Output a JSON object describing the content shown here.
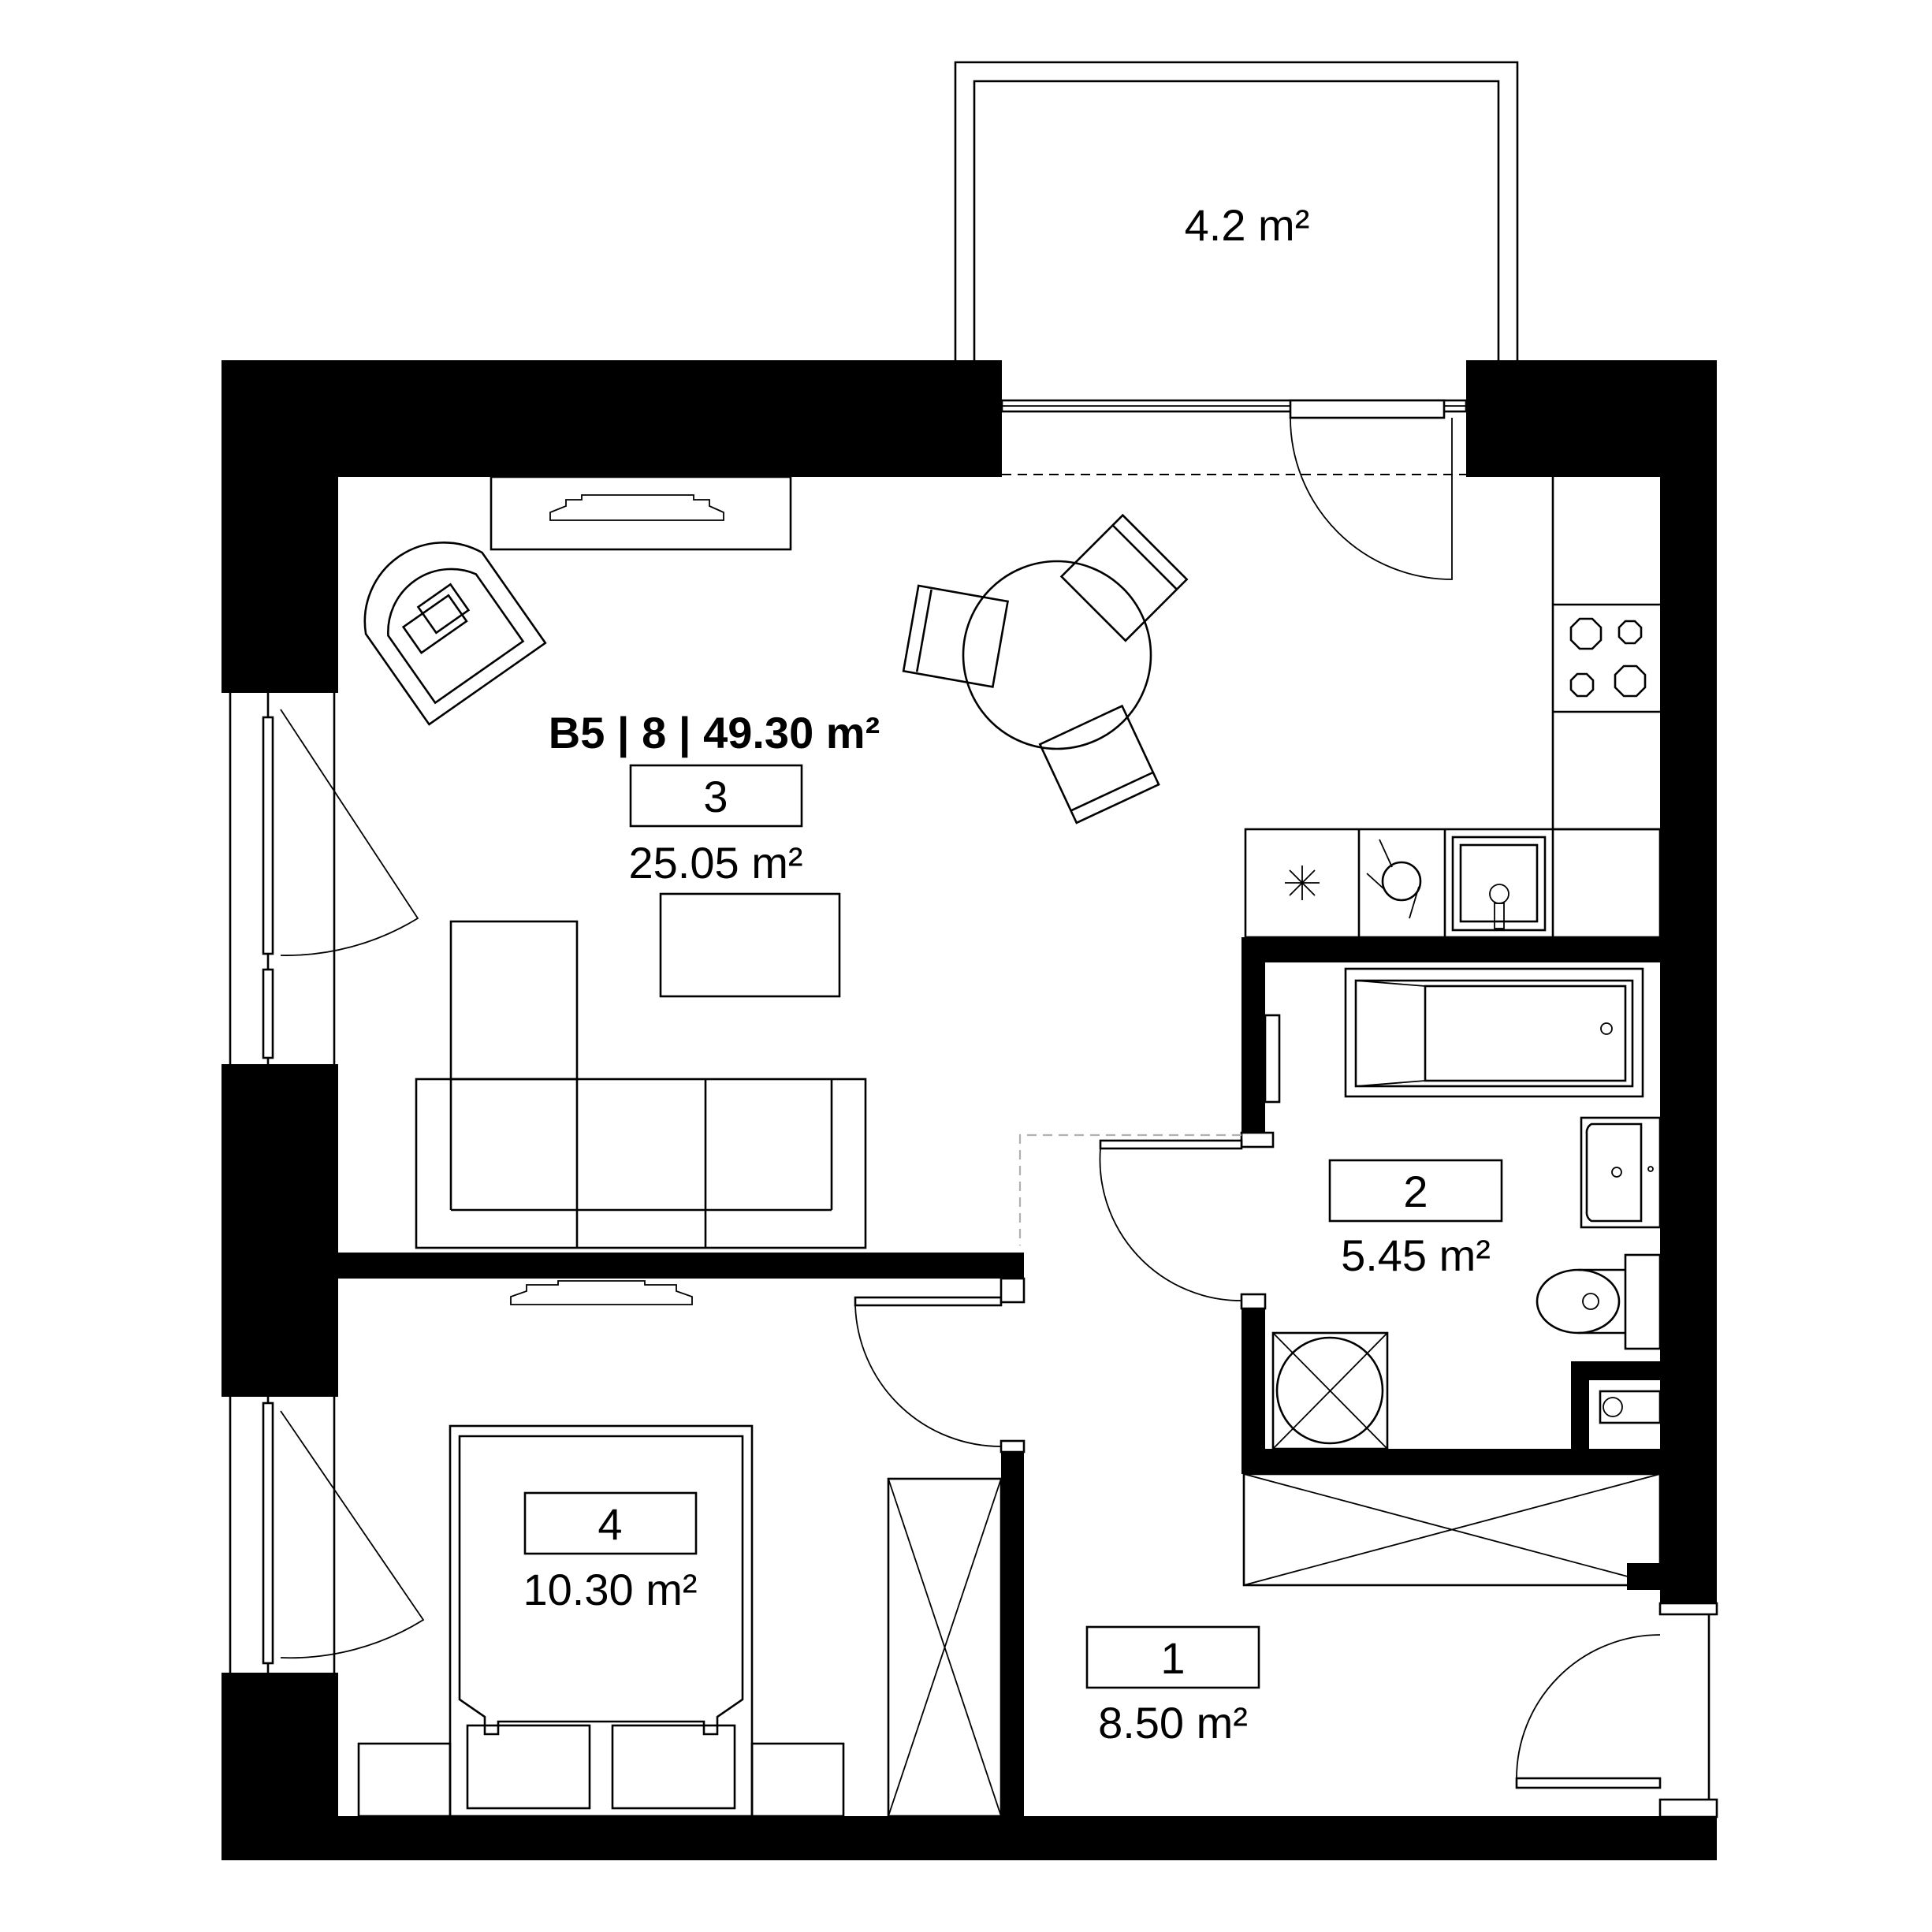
{
  "plan": {
    "unit_label": "B5 | 8 | 49.30 m²",
    "balcony_area": "4.2 m²",
    "rooms": [
      {
        "number": "1",
        "area": "8.50 m²"
      },
      {
        "number": "2",
        "area": "5.45 m²"
      },
      {
        "number": "3",
        "area": "25.05 m²"
      },
      {
        "number": "4",
        "area": "10.30 m²"
      }
    ]
  },
  "colors": {
    "walls": "#000000",
    "lines": "#000000",
    "background": "#ffffff",
    "dashed_grey": "#b0b0b0"
  },
  "icons": [
    "sofa-icon",
    "armchair-icon",
    "dining-table-icon",
    "chair-icon",
    "tv-icon",
    "bed-icon",
    "pillow-icon",
    "nightstand-icon",
    "wardrobe-icon",
    "stove-icon",
    "sink-icon",
    "dishwasher-icon",
    "bathtub-icon",
    "washbasin-icon",
    "toilet-icon",
    "washing-machine-icon",
    "door-swing-icon",
    "window-icon",
    "radiator-icon",
    "rug-icon"
  ]
}
